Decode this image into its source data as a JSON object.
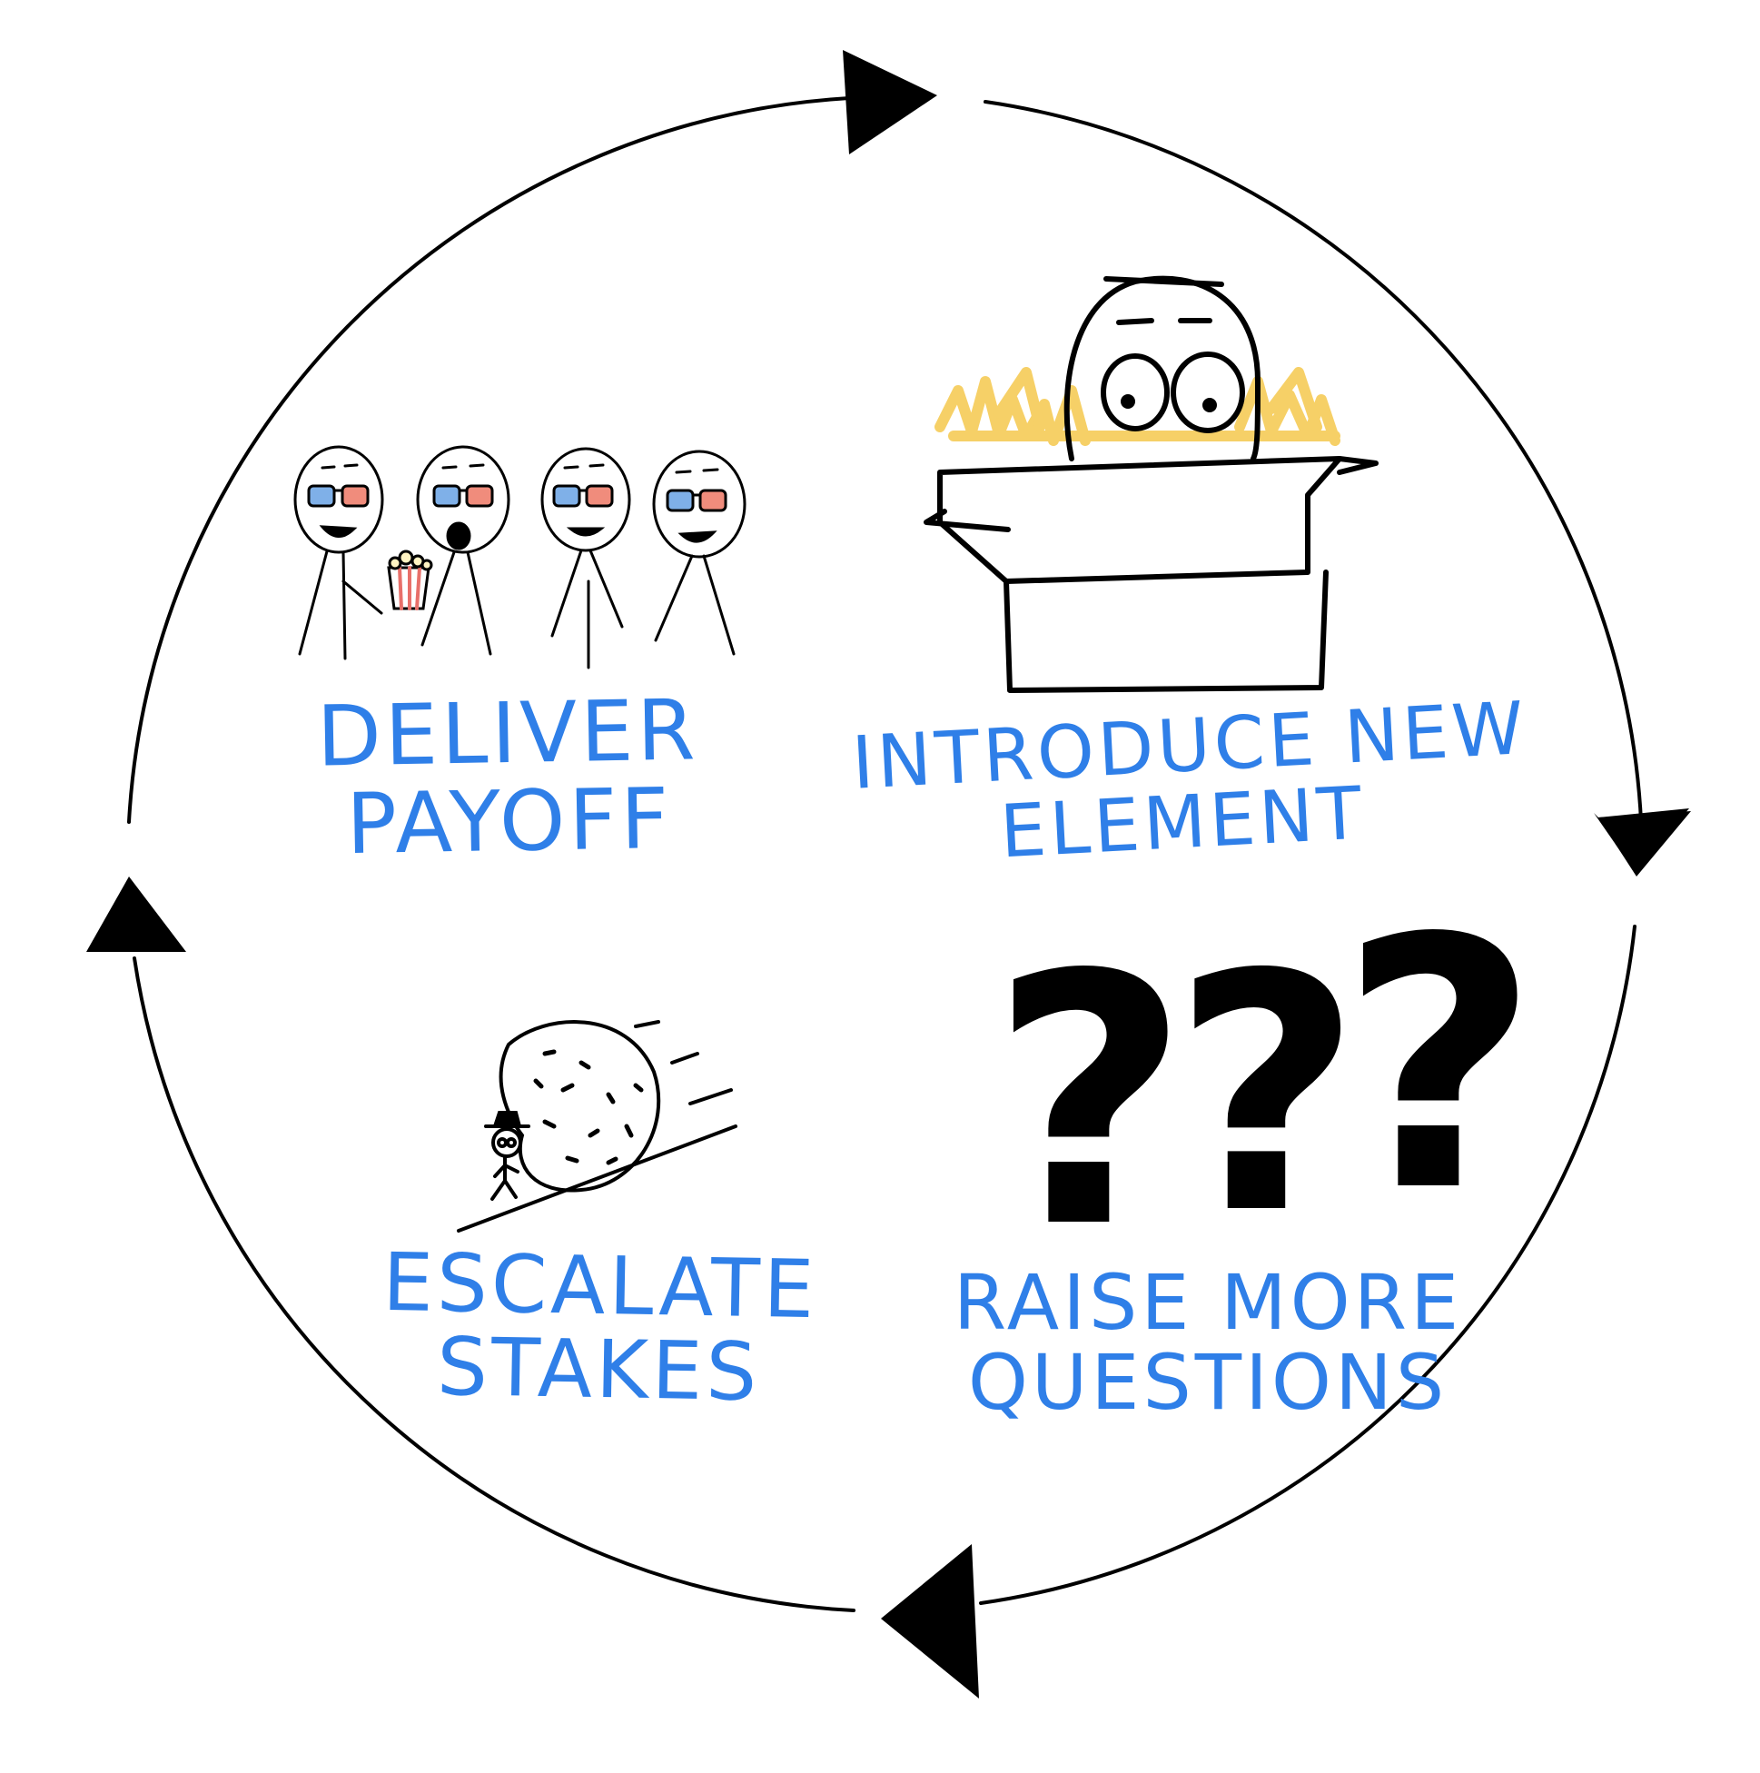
{
  "colors": {
    "stroke": "#000000",
    "label": "#2f7fe8",
    "flame": "#f5c542",
    "lens_blue": "#7fb0e8",
    "lens_red": "#f08c7c",
    "popcorn_red": "#e8706a",
    "background": "#ffffff"
  },
  "stages": [
    {
      "id": "introduce",
      "line1": "Introduce new",
      "line2": "element",
      "icon": "egg-in-box-icon"
    },
    {
      "id": "raise",
      "line1": "Raise more",
      "line2": "questions",
      "icon": "question-marks-icon"
    },
    {
      "id": "escalate",
      "line1": "Escalate",
      "line2": "stakes",
      "icon": "boulder-chase-icon"
    },
    {
      "id": "deliver",
      "line1": "Deliver",
      "line2": "payoff",
      "icon": "audience-3d-glasses-icon"
    }
  ],
  "cycle_arrows": [
    "top-arrow-icon",
    "right-arrow-icon",
    "bottom-arrow-icon",
    "left-arrow-icon"
  ],
  "question_glyph": "?"
}
